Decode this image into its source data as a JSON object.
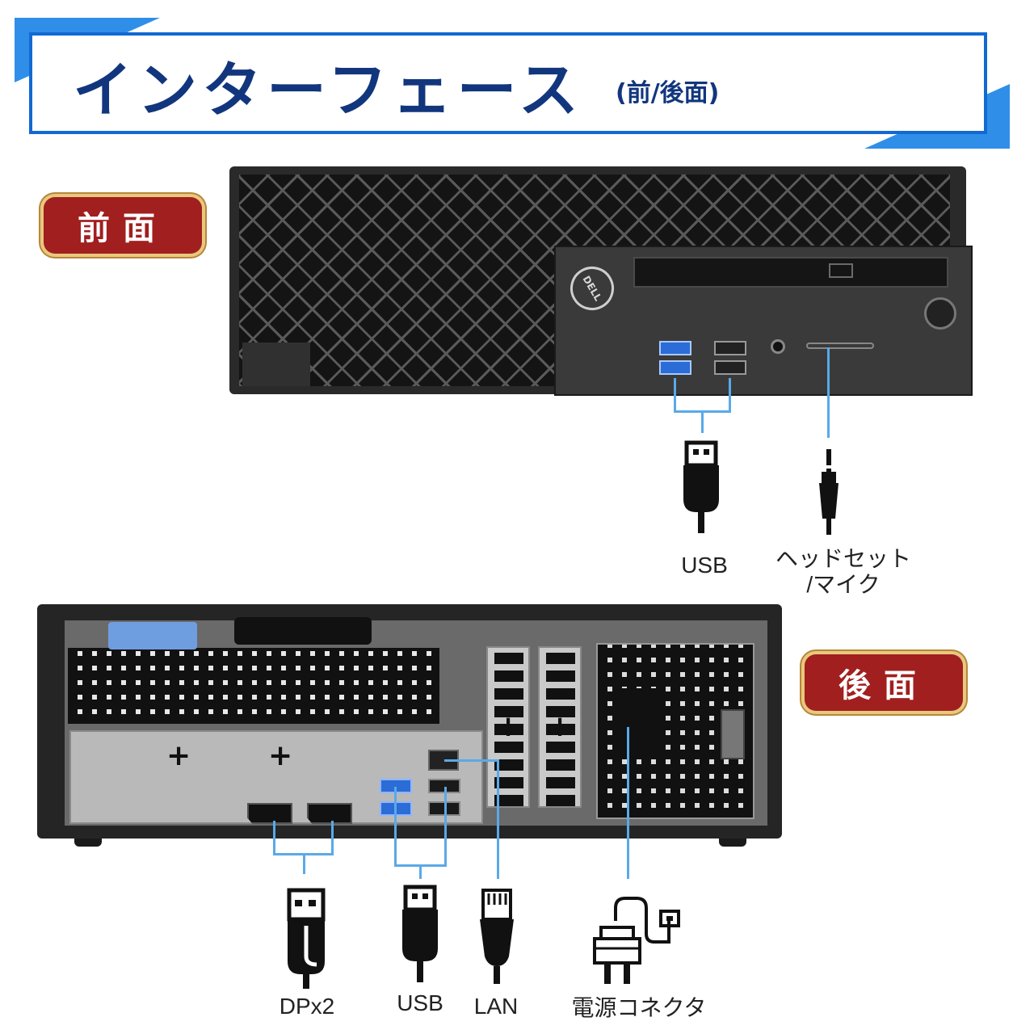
{
  "header": {
    "title": "インターフェース",
    "subtitle": "(前/後面)"
  },
  "badges": {
    "front": "前面",
    "rear": "後面"
  },
  "front": {
    "brand_logo": "DELL",
    "connectors": [
      {
        "label": "USB",
        "icon": "usb-plug-icon"
      },
      {
        "label_line1": "ヘッドセット",
        "label_line2": "/マイク",
        "icon": "audio-jack-icon"
      }
    ]
  },
  "rear": {
    "connectors": [
      {
        "label": "DPx2",
        "icon": "displayport-plug-icon"
      },
      {
        "label": "USB",
        "icon": "usb-plug-icon"
      },
      {
        "label": "LAN",
        "icon": "rj45-plug-icon"
      },
      {
        "label": "電源コネクタ",
        "icon": "power-plug-icon"
      }
    ]
  },
  "colors": {
    "banner_blue": "#1269d2",
    "title_navy": "#12367d",
    "badge_red": "#a11f1f",
    "badge_gold": "#e9c87e",
    "line_blue": "#5aa9e8"
  }
}
